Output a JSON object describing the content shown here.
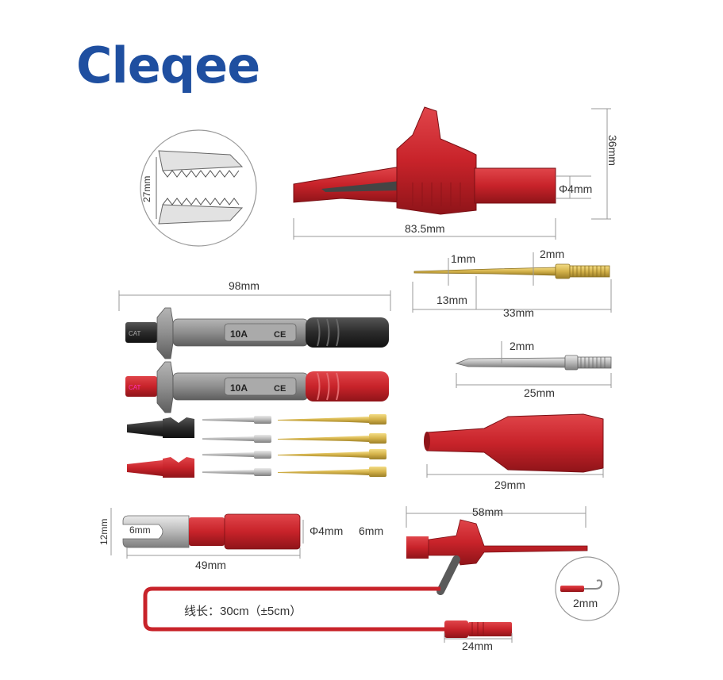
{
  "brand": {
    "logo_text": "Cleqee"
  },
  "colors": {
    "brand_blue": "#1f4fa0",
    "probe_red": "#c8232a",
    "probe_black": "#2b2b2b",
    "probe_gray": "#8e8e8e",
    "gold": "#d4b24a",
    "silver": "#b8b8b8"
  },
  "dimensions": {
    "jaw_opening": "27mm",
    "clip_height": "36mm",
    "clip_length": "83.5mm",
    "clip_socket": "Φ4mm",
    "probe_length": "98mm",
    "gold_tip": "1mm",
    "gold_thread": "2mm",
    "gold_taper": "13mm",
    "gold_length": "33mm",
    "steel_thread": "2mm",
    "steel_length": "25mm",
    "boot_length": "29mm",
    "spade_height": "12mm",
    "spade_slot": "6mm",
    "spade_socket": "Φ4mm",
    "spade_body": "6mm",
    "spade_length": "49mm",
    "hook_length": "58mm",
    "hook_tip": "2mm",
    "wire_length": "线长：30cm（±5cm）",
    "plug_length": "24mm"
  },
  "probe_markings": {
    "rating": "10A",
    "ce_mark": "CE",
    "cat_mark": "CAT"
  }
}
